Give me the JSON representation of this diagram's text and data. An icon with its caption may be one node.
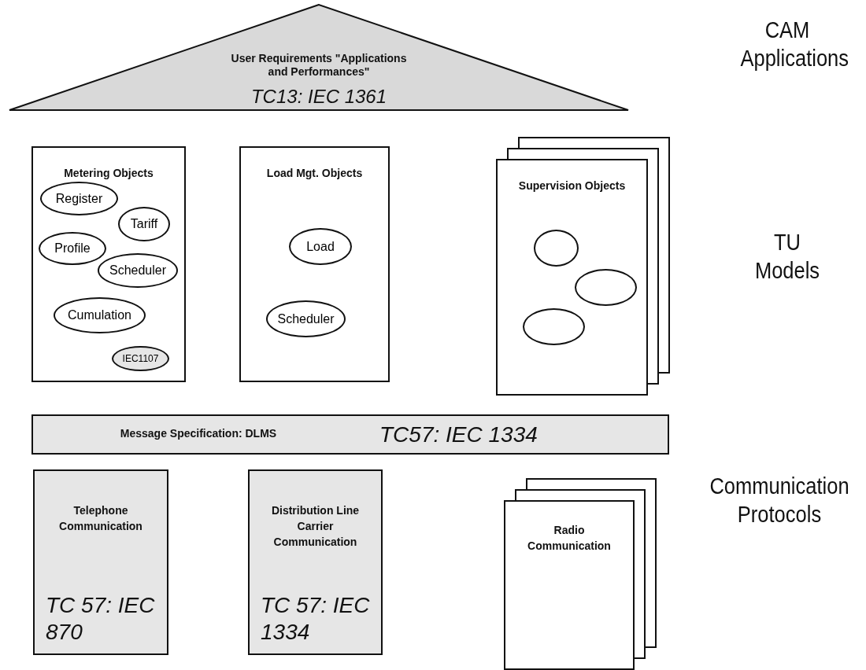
{
  "diagram": {
    "nodes": [
      {
        "text": [
          "User Requirements \"Applications and Performances\"",
          "TC13: IEC 1361"
        ]
      },
      {
        "text": [
          "Metering Objects"
        ]
      },
      {
        "text": [
          "Register"
        ],
        "in": 1
      },
      {
        "text": [
          "Tariff"
        ],
        "in": 1
      },
      {
        "text": [
          "Profile"
        ],
        "in": 1
      },
      {
        "text": [
          "Scheduler"
        ],
        "in": 1
      },
      {
        "text": [
          "Cumulation"
        ],
        "in": 1
      },
      {
        "text": [
          "IEC1107"
        ],
        "in": 1
      },
      {
        "text": [
          "Load Mgt. Objects"
        ]
      },
      {
        "text": [
          "Load"
        ],
        "in": 8
      },
      {
        "text": [
          "Scheduler"
        ],
        "in": 8
      },
      {
        "text": [
          "Supervision Objects"
        ]
      },
      {
        "text": [],
        "shape": "ellipse",
        "in": 11
      },
      {
        "text": [],
        "shape": "ellipse",
        "in": 11
      },
      {
        "text": [],
        "shape": "ellipse",
        "in": 11
      },
      {
        "text": [
          "Message Specification: DLMS",
          "TC57: IEC 1334"
        ]
      },
      {
        "text": [
          "Telephone Communication",
          "TC 57: IEC 870"
        ]
      },
      {
        "text": [
          "Distribution Line Carrier Communication",
          "TC 57: IEC 1334"
        ]
      },
      {
        "text": [
          "Radio Communication"
        ]
      }
    ],
    "labels": [
      "CAM Applications",
      "TU Models",
      "Communication Protocols"
    ]
  }
}
